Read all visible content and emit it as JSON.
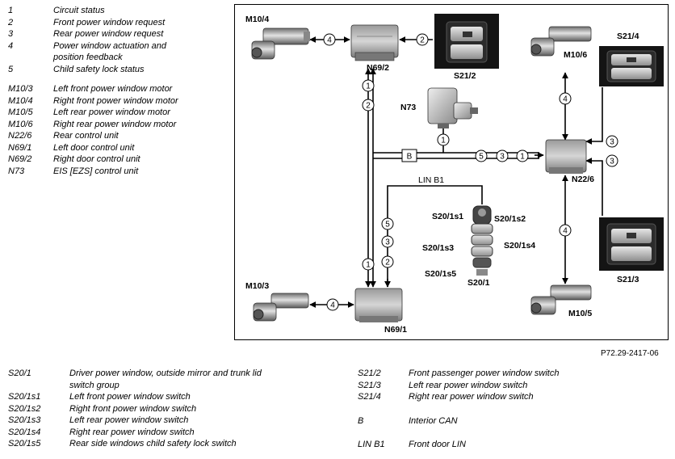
{
  "legend_top": [
    {
      "code": "1",
      "text": "Circuit status"
    },
    {
      "code": "2",
      "text": "Front power window request"
    },
    {
      "code": "3",
      "text": "Rear power window request"
    },
    {
      "code": "4",
      "text": "Power window actuation and position feedback"
    },
    {
      "code": "5",
      "text": "Child safety lock status"
    },
    {
      "code": "M10/3",
      "text": "Left front power window motor"
    },
    {
      "code": "M10/4",
      "text": "Right front power window motor"
    },
    {
      "code": "M10/5",
      "text": "Left rear power window motor"
    },
    {
      "code": "M10/6",
      "text": "Right rear power window motor"
    },
    {
      "code": "N22/6",
      "text": "Rear control unit"
    },
    {
      "code": "N69/1",
      "text": "Left door control unit"
    },
    {
      "code": "N69/2",
      "text": "Right door control unit"
    },
    {
      "code": "N73",
      "text": "EIS [EZS] control unit"
    }
  ],
  "legend_bottom_left": [
    {
      "code": "S20/1",
      "text": "Driver power window, outside mirror and trunk lid switch group"
    },
    {
      "code": "S20/1s1",
      "text": "Left front power window switch"
    },
    {
      "code": "S20/1s2",
      "text": "Right front power window switch"
    },
    {
      "code": "S20/1s3",
      "text": "Left rear power window switch"
    },
    {
      "code": "S20/1s4",
      "text": "Right rear power window switch"
    },
    {
      "code": "S20/1s5",
      "text": "Rear side windows child safety lock switch"
    }
  ],
  "legend_bottom_right": [
    {
      "code": "S21/2",
      "text": "Front passenger power window switch"
    },
    {
      "code": "S21/3",
      "text": "Left rear power window switch"
    },
    {
      "code": "S21/4",
      "text": "Right rear power window switch"
    },
    {
      "code": "B",
      "text": "Interior CAN"
    },
    {
      "code": "LIN B1",
      "text": "Front door LIN"
    }
  ],
  "figure_ref": "P72.29-2417-06",
  "diagram": {
    "labels": {
      "m10_4": "M10/4",
      "m10_3": "M10/3",
      "m10_6": "M10/6",
      "m10_5": "M10/5",
      "n69_2": "N69/2",
      "n69_1": "N69/1",
      "n22_6": "N22/6",
      "n73": "N73",
      "s21_2": "S21/2",
      "s21_4": "S21/4",
      "s21_3": "S21/3",
      "s20_1": "S20/1",
      "s20_1s1": "S20/1s1",
      "s20_1s2": "S20/1s2",
      "s20_1s3": "S20/1s3",
      "s20_1s4": "S20/1s4",
      "s20_1s5": "S20/1s5",
      "lin": "LIN B1",
      "bus_b": "B"
    },
    "signals": {
      "m10_4_n69_2": "4",
      "n69_2_s21_2": "2",
      "up_1": "1",
      "up_2": "2",
      "n73_1": "1",
      "bus_5": "5",
      "bus_3": "3",
      "bus_1": "1",
      "rear_4_top": "4",
      "s21_4_3": "3",
      "s21_3_3": "3",
      "rear_4_bot": "4",
      "lin_5": "5",
      "lin_3": "3",
      "lin_2": "2",
      "left_1": "1",
      "m10_3_n69_1": "4"
    }
  }
}
